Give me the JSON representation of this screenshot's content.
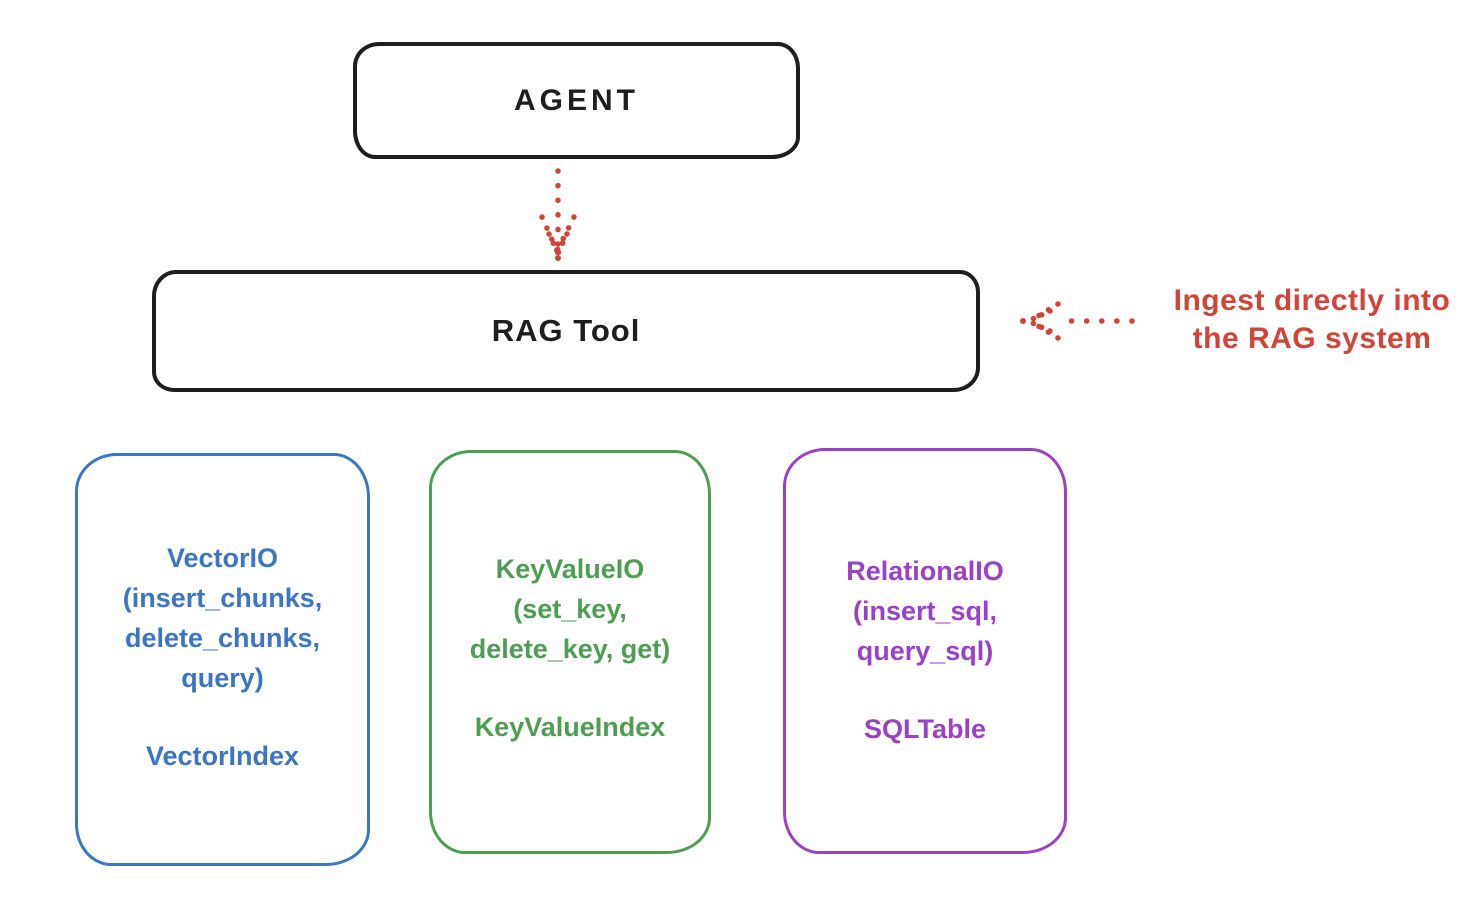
{
  "nodes": {
    "agent": {
      "label": "AGENT"
    },
    "rag_tool": {
      "label": "RAG Tool"
    }
  },
  "annotation": {
    "line1": "Ingest directly into",
    "line2": "the RAG system"
  },
  "arrows": {
    "agent_to_rag": {
      "style": "dotted",
      "direction": "down",
      "color": "#d14539"
    },
    "ingest": {
      "style": "dotted",
      "direction": "left",
      "color": "#d14539"
    }
  },
  "storage_boxes": [
    {
      "name": "VectorIO",
      "lines": [
        "VectorIO",
        "(insert_chunks,",
        "delete_chunks,",
        "query)"
      ],
      "index_label": "VectorIndex",
      "color": "#3b75c4"
    },
    {
      "name": "KeyValueIO",
      "lines": [
        "KeyValueIO",
        "(set_key,",
        "delete_key, get)"
      ],
      "index_label": "KeyValueIndex",
      "color": "#4d9e53"
    },
    {
      "name": "RelationalIO",
      "lines": [
        "RelationalIO",
        "(insert_sql,",
        "query_sql)"
      ],
      "index_label": "SQLTable",
      "color": "#9a41c8"
    }
  ],
  "colors": {
    "stroke": "#1e1e1e",
    "red": "#d14539",
    "blue": "#3b75c4",
    "green": "#4d9e53",
    "purple": "#9a41c8",
    "background": "#ffffff"
  }
}
